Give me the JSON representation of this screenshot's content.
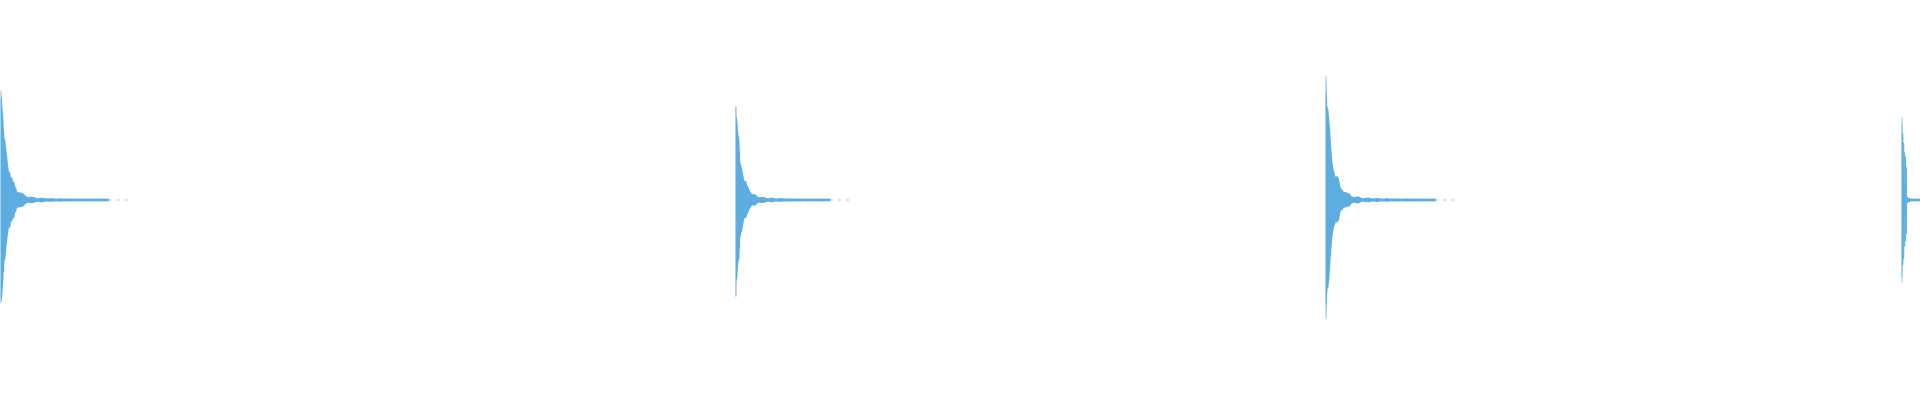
{
  "waveform": {
    "color": "#5dade2",
    "background": "#ffffff",
    "hits": [
      {
        "time_fraction": 0.0005,
        "peak": 0.95,
        "tail": 0.056
      },
      {
        "time_fraction": 0.3833,
        "peak": 0.82,
        "tail": 0.049
      },
      {
        "time_fraction": 0.6906,
        "peak": 1.0,
        "tail": 0.057
      },
      {
        "time_fraction": 0.9906,
        "peak": 0.74,
        "tail": 0.01
      }
    ]
  }
}
